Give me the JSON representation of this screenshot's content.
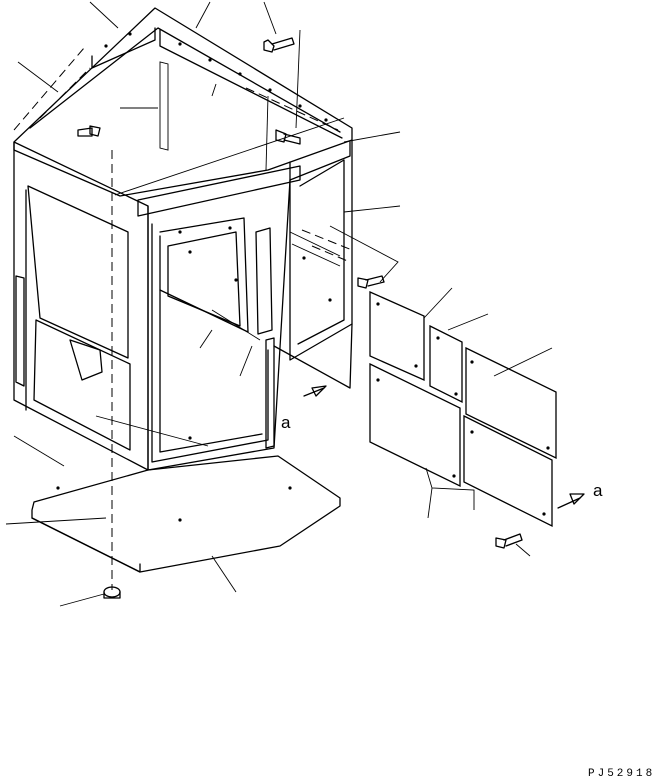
{
  "drawing": {
    "code": "PJ52918",
    "view_marker_cab": "a",
    "view_marker_panels": "a"
  }
}
